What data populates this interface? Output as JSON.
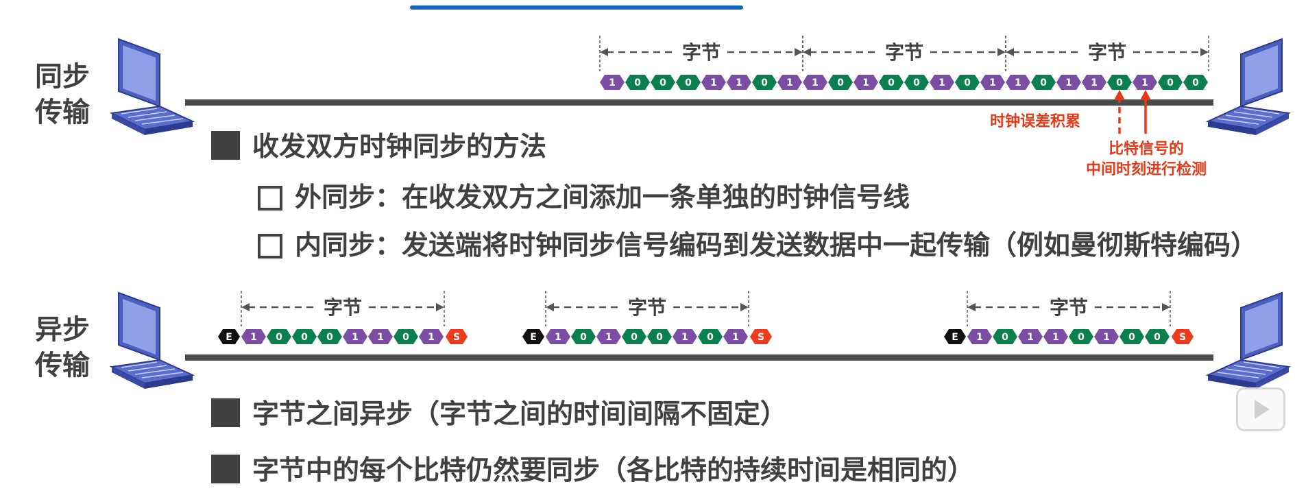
{
  "sync": {
    "label_line1": "同步",
    "label_line2": "传输",
    "byte_label": "字节",
    "bits": [
      "1",
      "0",
      "0",
      "0",
      "1",
      "1",
      "0",
      "1",
      "1",
      "0",
      "1",
      "0",
      "0",
      "1",
      "0",
      "1",
      "1",
      "0",
      "1",
      "1",
      "0",
      "1",
      "0",
      "0"
    ],
    "note_drift": "时钟误差积累",
    "note_mid_line1": "比特信号的",
    "note_mid_line2": "中间时刻进行检测"
  },
  "sync_bullets": {
    "heading": "收发双方时钟同步的方法",
    "external": "外同步：在收发双方之间添加一条单独的时钟信号线",
    "internal": "内同步：发送端将时钟同步信号编码到发送数据中一起传输（例如曼彻斯特编码）"
  },
  "async": {
    "label_line1": "异步",
    "label_line2": "传输",
    "byte_label": "字节",
    "end_marker": "E",
    "start_marker": "S",
    "frames": [
      [
        "1",
        "0",
        "0",
        "0",
        "1",
        "1",
        "0",
        "1"
      ],
      [
        "1",
        "0",
        "1",
        "0",
        "0",
        "1",
        "0",
        "1"
      ],
      [
        "1",
        "0",
        "1",
        "1",
        "0",
        "1",
        "0",
        "0"
      ]
    ]
  },
  "async_bullets": {
    "first": "字节之间异步（字节之间的时间间隔不固定）",
    "second": "字节中的每个比特仍然要同步（各比特的持续时间是相同的）"
  },
  "colors": {
    "bit_one": "#7b4ea3",
    "bit_zero": "#0b7f4e",
    "start_marker": "#ef3b1d",
    "end_marker": "#111111",
    "note_red": "#e53918",
    "line": "#4a4a4a",
    "laptop": "#4c5fbf"
  },
  "icons": [
    "laptop-icon",
    "play-icon"
  ]
}
